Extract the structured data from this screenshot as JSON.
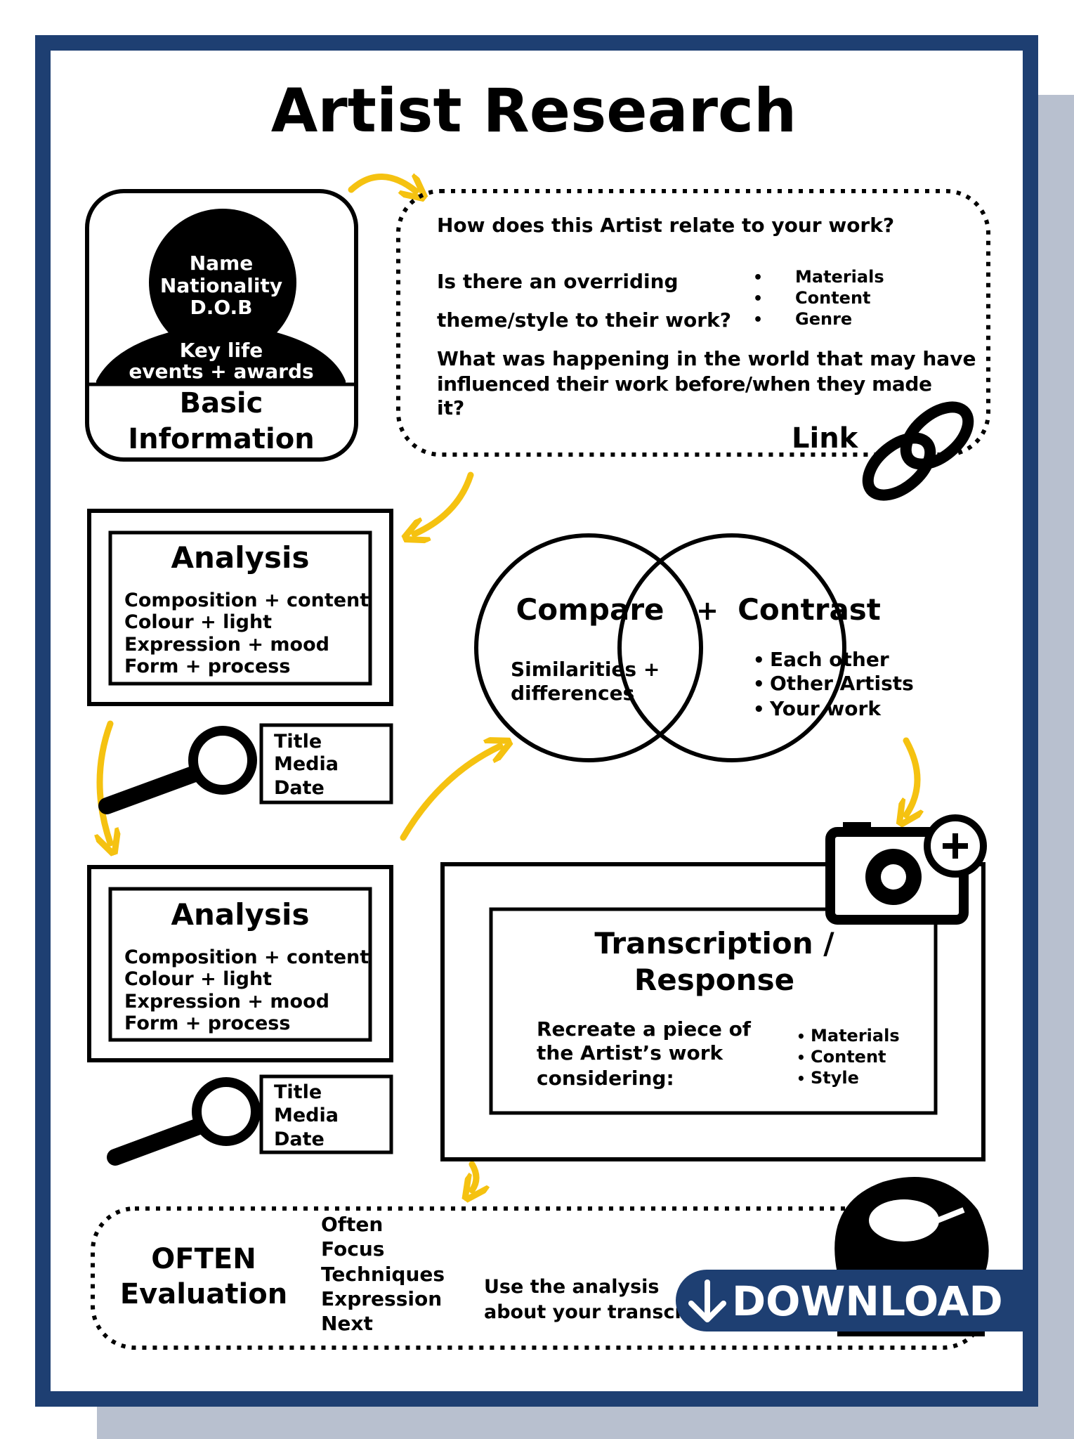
{
  "title": "Artist Research",
  "basic": {
    "head_lines": [
      "Name",
      "Nationality",
      "D.O.B"
    ],
    "body_lines": [
      "Key life",
      "events + awards"
    ],
    "label_lines": [
      "Basic",
      "Information"
    ]
  },
  "link": {
    "question1": "How does this Artist relate to your work?",
    "question2_line1": "Is there an overriding",
    "question2_line2": "theme/style to their work?",
    "bullets": [
      "Materials",
      "Content",
      "Genre"
    ],
    "question3_line1": "What was happening in the world that may have",
    "question3_line2": "influenced their work before/when they made",
    "question3_line3": "it?",
    "label": "Link"
  },
  "analysis1": {
    "title": "Analysis",
    "items": [
      "Composition + content",
      "Colour + light",
      "Expression + mood",
      "Form + process"
    ],
    "card": [
      "Title",
      "Media",
      "Date"
    ]
  },
  "analysis2": {
    "title": "Analysis",
    "items": [
      "Composition + content",
      "Colour + light",
      "Expression + mood",
      "Form + process"
    ],
    "card": [
      "Title",
      "Media",
      "Date"
    ]
  },
  "venn": {
    "left_title": "Compare",
    "plus": "+",
    "right_title": "Contrast",
    "left_lines": [
      "Similarities +",
      "differences"
    ],
    "right_bullets": [
      "Each other",
      "Other Artists",
      "Your work"
    ]
  },
  "transcription": {
    "title_line1": "Transcription /",
    "title_line2": "Response",
    "body_lines": [
      "Recreate a piece of",
      "the Artist’s work",
      "considering:"
    ],
    "bullets": [
      "Materials",
      "Content",
      "Style"
    ]
  },
  "evaluation": {
    "label_lines": [
      "OFTEN",
      "Evaluation"
    ],
    "often_words": [
      "Often",
      "Focus",
      "Techniques",
      "Expression",
      "Next"
    ],
    "use_line1": "Use the analysis",
    "use_line2": "about your transcr"
  },
  "download_label": "DOWNLOAD",
  "colors": {
    "frame": "#1e3f72",
    "shadow": "#b8c0cf",
    "arrow": "#f5c211",
    "ink": "#000000"
  },
  "icons": [
    "silhouette-icon",
    "chain-link-icon",
    "magnifier-icon",
    "camera-icon",
    "brain-head-icon",
    "download-arrow-icon",
    "curved-arrow-icon"
  ]
}
